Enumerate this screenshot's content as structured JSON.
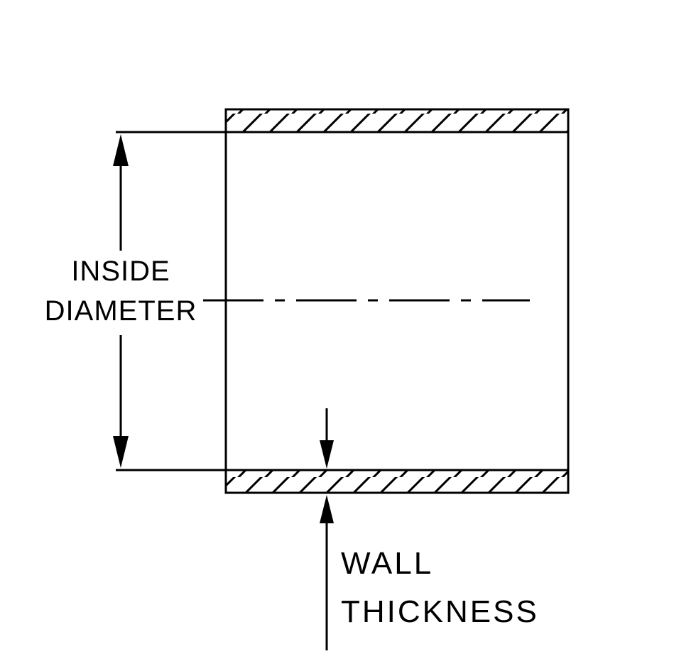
{
  "page": {
    "background_color": "#ffffff",
    "line_color": "#000000"
  },
  "diagram": {
    "type": "technical-cross-section",
    "subject": "tube-wall-cross-section",
    "inside_diameter_label": {
      "line1": "INSIDE",
      "line2": "DIAMETER"
    },
    "wall_thickness_label": {
      "line1": "WALL",
      "line2": "THICKNESS"
    }
  }
}
